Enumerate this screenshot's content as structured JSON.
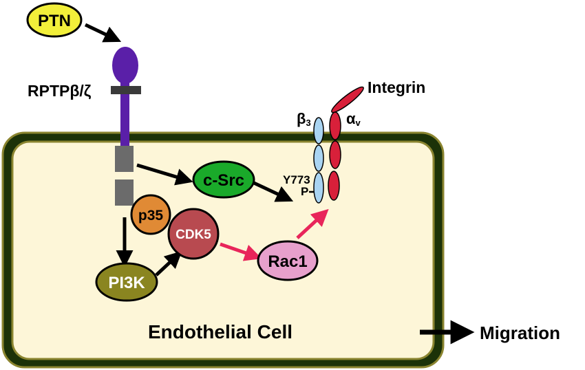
{
  "labels": {
    "ligand": "PTN",
    "receptor": "RPTPβ/ζ",
    "integrin": "Integrin",
    "beta": "β",
    "beta_sub": "3",
    "alpha": "α",
    "alpha_sub": "v",
    "site": "Y773",
    "phospho": "P",
    "csrc": "c-Src",
    "p35": "p35",
    "cdk5": "CDK5",
    "rac1": "Rac1",
    "pi3k": "PI3K",
    "cell": "Endothelial Cell",
    "migration": "Migration"
  },
  "colors": {
    "ptn": "#f2ef3a",
    "receptor": "#5a1fa8",
    "receptor_bar": "#3a3a3a",
    "receptor_box": "#6b6b6b",
    "cell_outer": "#1c3208",
    "cell_rim": "#8b8530",
    "cell_fill": "#fdf6d8",
    "csrc": "#1aaa2a",
    "p35": "#e08a35",
    "cdk5": "#b84a50",
    "rac1": "#e7a0cc",
    "pi3k": "#8a8520",
    "beta_chain": "#a9d4f2",
    "alpha_chain": "#d8203a",
    "pink_arrow": "#e8255a",
    "black_arrow": "#000000"
  }
}
